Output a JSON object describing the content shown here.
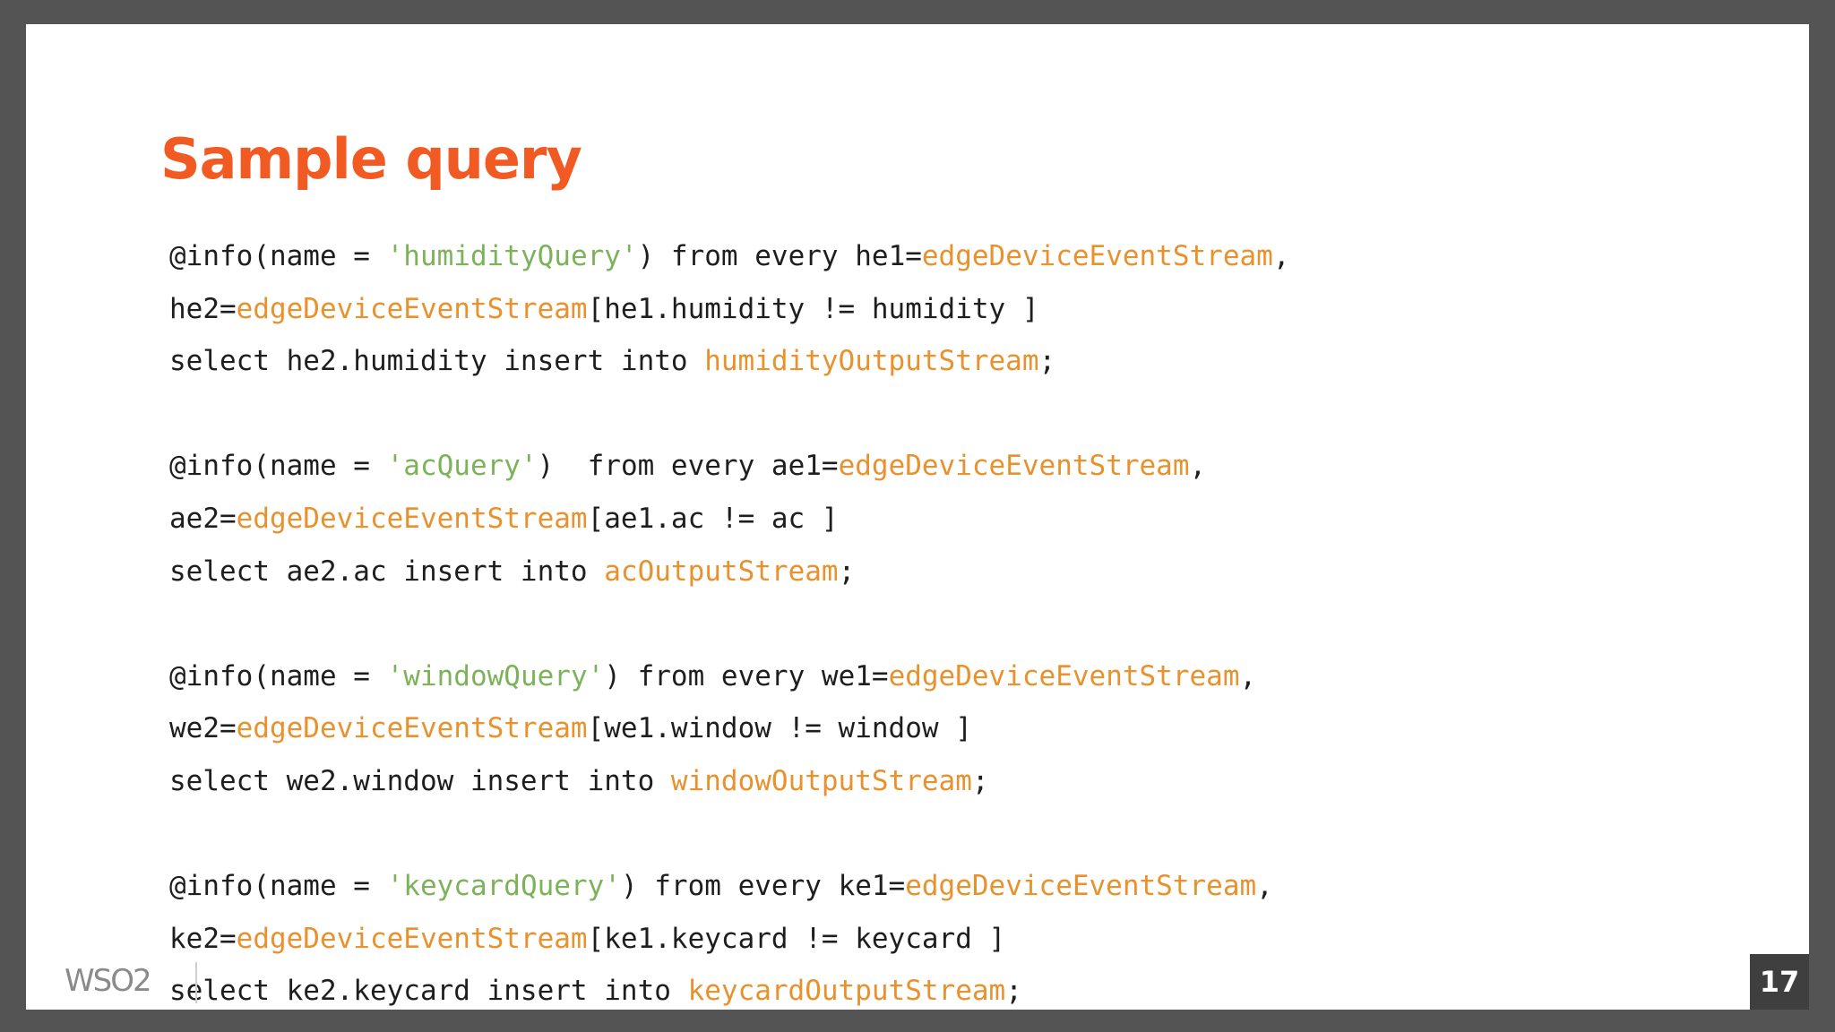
{
  "slide": {
    "title": "Sample query",
    "page_number": "17",
    "logo_text": "WSO2",
    "code_lines": [
      [
        {
          "t": "@info(name = ",
          "k": "plain"
        },
        {
          "t": "'humidityQuery'",
          "k": "str"
        },
        {
          "t": ") from every he1=",
          "k": "plain"
        },
        {
          "t": "edgeDeviceEventStream",
          "k": "stream"
        },
        {
          "t": ",",
          "k": "plain"
        }
      ],
      [
        {
          "t": "he2=",
          "k": "plain"
        },
        {
          "t": "edgeDeviceEventStream",
          "k": "stream"
        },
        {
          "t": "[he1.humidity != humidity ]",
          "k": "plain"
        }
      ],
      [
        {
          "t": "select he2.humidity insert into ",
          "k": "plain"
        },
        {
          "t": "humidityOutputStream",
          "k": "stream"
        },
        {
          "t": ";",
          "k": "plain"
        }
      ],
      [],
      [
        {
          "t": "@info(name = ",
          "k": "plain"
        },
        {
          "t": "'acQuery'",
          "k": "str"
        },
        {
          "t": ")  from every ae1=",
          "k": "plain"
        },
        {
          "t": "edgeDeviceEventStream",
          "k": "stream"
        },
        {
          "t": ",",
          "k": "plain"
        }
      ],
      [
        {
          "t": "ae2=",
          "k": "plain"
        },
        {
          "t": "edgeDeviceEventStream",
          "k": "stream"
        },
        {
          "t": "[ae1.ac != ac ]",
          "k": "plain"
        }
      ],
      [
        {
          "t": "select ae2.ac insert into ",
          "k": "plain"
        },
        {
          "t": "acOutputStream",
          "k": "stream"
        },
        {
          "t": ";",
          "k": "plain"
        }
      ],
      [],
      [
        {
          "t": "@info(name = ",
          "k": "plain"
        },
        {
          "t": "'windowQuery'",
          "k": "str"
        },
        {
          "t": ") from every we1=",
          "k": "plain"
        },
        {
          "t": "edgeDeviceEventStream",
          "k": "stream"
        },
        {
          "t": ",",
          "k": "plain"
        }
      ],
      [
        {
          "t": "we2=",
          "k": "plain"
        },
        {
          "t": "edgeDeviceEventStream",
          "k": "stream"
        },
        {
          "t": "[we1.window != window ]",
          "k": "plain"
        }
      ],
      [
        {
          "t": "select we2.window insert into ",
          "k": "plain"
        },
        {
          "t": "windowOutputStream",
          "k": "stream"
        },
        {
          "t": ";",
          "k": "plain"
        }
      ],
      [],
      [
        {
          "t": "@info(name = ",
          "k": "plain"
        },
        {
          "t": "'keycardQuery'",
          "k": "str"
        },
        {
          "t": ") from every ke1=",
          "k": "plain"
        },
        {
          "t": "edgeDeviceEventStream",
          "k": "stream"
        },
        {
          "t": ",",
          "k": "plain"
        }
      ],
      [
        {
          "t": "ke2=",
          "k": "plain"
        },
        {
          "t": "edgeDeviceEventStream",
          "k": "stream"
        },
        {
          "t": "[ke1.keycard != keycard ]",
          "k": "plain"
        }
      ],
      [
        {
          "t": "select ke2.keycard insert into ",
          "k": "plain"
        },
        {
          "t": "keycardOutputStream",
          "k": "stream"
        },
        {
          "t": ";",
          "k": "plain"
        }
      ]
    ]
  },
  "colors": {
    "title": "#f15a22",
    "code_text": "#1e1e1e",
    "string_literal": "#7cb35a",
    "stream_name": "#e8912d",
    "frame_background": "#545454",
    "page_number_box": "#3f3f3f",
    "logo": "#8a8a8a"
  },
  "icons": {
    "logo": "wso2-logo-icon"
  }
}
